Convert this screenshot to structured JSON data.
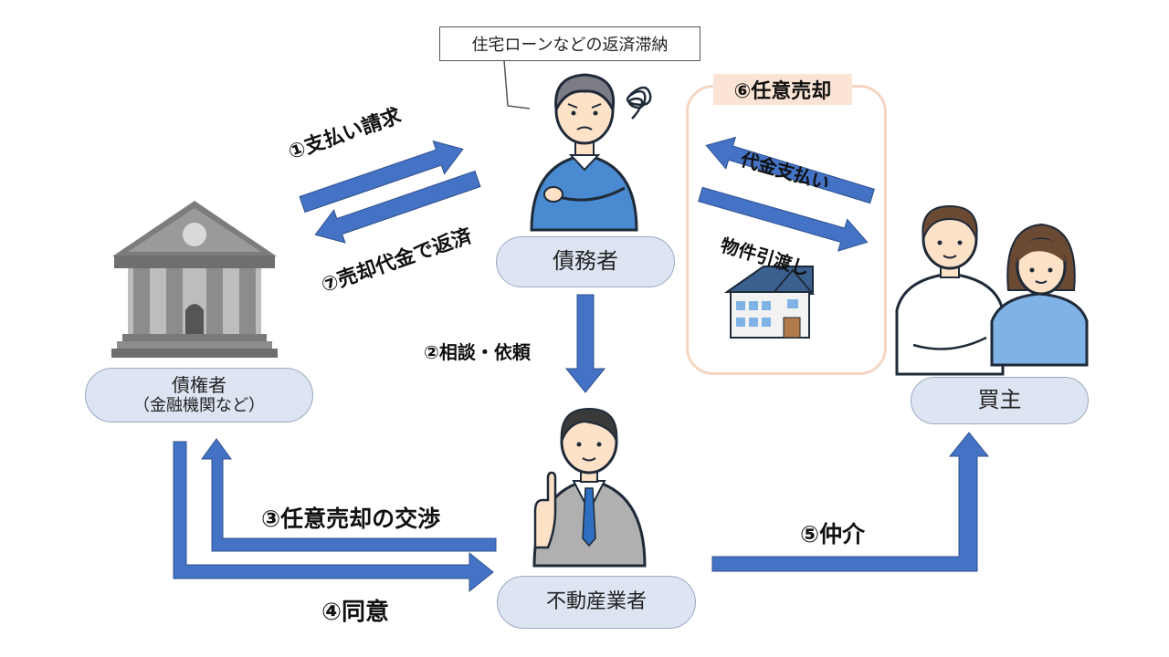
{
  "callout": {
    "text": "住宅ローンなどの返済滞納"
  },
  "nodes": {
    "debtor": "債務者",
    "creditor_main": "債権者",
    "creditor_sub": "（金融機関など）",
    "realtor": "不動産業者",
    "buyer": "買主"
  },
  "steps": {
    "s1": "①支払い請求",
    "s2": "②相談・依頼",
    "s3": "③任意売却の交渉",
    "s4": "④同意",
    "s5": "⑤仲介",
    "s6": "⑥任意売却",
    "s7": "⑦売却代金で返済"
  },
  "sale": {
    "payment": "代金支払い",
    "handover": "物件引渡し"
  },
  "colors": {
    "arrow": "#4472c4",
    "arrow_border": "#2f528f",
    "pill_fill": "#dde5f2",
    "sale_frame": "#f4d6c2",
    "sale_title_bg": "#fbe4d5"
  }
}
